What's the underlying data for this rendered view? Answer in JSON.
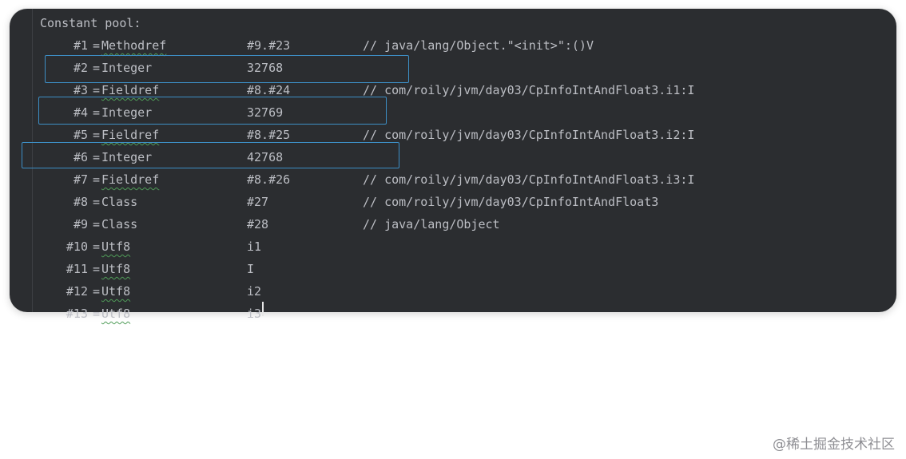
{
  "editor": {
    "header": "Constant pool:",
    "entries": [
      {
        "index": "#1",
        "eq": "=",
        "kind": "Methodref",
        "ref": "#9.#23",
        "comment": "// java/lang/Object.\"<init>\":()V"
      },
      {
        "index": "#2",
        "eq": "=",
        "kind": "Integer",
        "ref": "32768",
        "comment": ""
      },
      {
        "index": "#3",
        "eq": "=",
        "kind": "Fieldref",
        "ref": "#8.#24",
        "comment": "// com/roily/jvm/day03/CpInfoIntAndFloat3.i1:I"
      },
      {
        "index": "#4",
        "eq": "=",
        "kind": "Integer",
        "ref": "32769",
        "comment": ""
      },
      {
        "index": "#5",
        "eq": "=",
        "kind": "Fieldref",
        "ref": "#8.#25",
        "comment": "// com/roily/jvm/day03/CpInfoIntAndFloat3.i2:I"
      },
      {
        "index": "#6",
        "eq": "=",
        "kind": "Integer",
        "ref": "42768",
        "comment": ""
      },
      {
        "index": "#7",
        "eq": "=",
        "kind": "Fieldref",
        "ref": "#8.#26",
        "comment": "// com/roily/jvm/day03/CpInfoIntAndFloat3.i3:I"
      },
      {
        "index": "#8",
        "eq": "=",
        "kind": "Class",
        "ref": "#27",
        "comment": "// com/roily/jvm/day03/CpInfoIntAndFloat3"
      },
      {
        "index": "#9",
        "eq": "=",
        "kind": "Class",
        "ref": "#28",
        "comment": "// java/lang/Object"
      },
      {
        "index": "#10",
        "eq": "=",
        "kind": "Utf8",
        "ref": "i1",
        "comment": ""
      },
      {
        "index": "#11",
        "eq": "=",
        "kind": "Utf8",
        "ref": "I",
        "comment": ""
      },
      {
        "index": "#12",
        "eq": "=",
        "kind": "Utf8",
        "ref": "i2",
        "comment": ""
      },
      {
        "index": "#13",
        "eq": "=",
        "kind": "Utf8",
        "ref": "i3",
        "comment": ""
      }
    ]
  },
  "watermark": "@稀土掘金技术社区",
  "colors": {
    "background": "#2b2d30",
    "text": "#bcbec4",
    "highlight_border": "#3d8fc6",
    "squiggle": "#4f9c58"
  }
}
